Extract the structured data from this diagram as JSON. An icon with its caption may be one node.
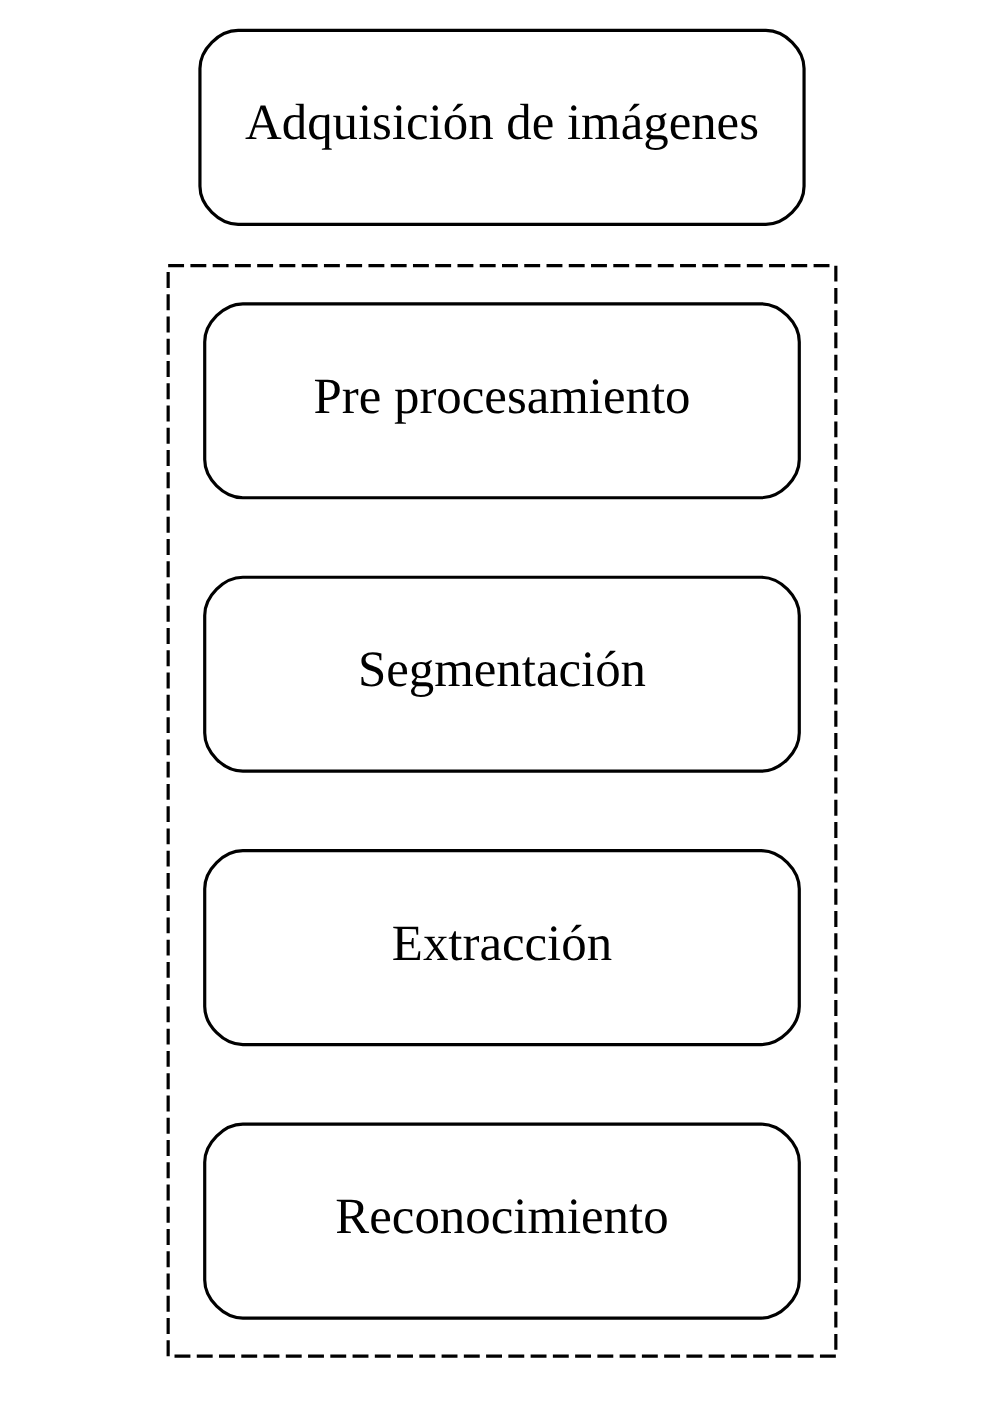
{
  "diagram": {
    "nodes": [
      {
        "text": [
          "Adquisición de imágenes"
        ]
      },
      {
        "text": [],
        "shape": "box"
      },
      {
        "text": [
          "Pre procesamiento"
        ],
        "in": 1
      },
      {
        "text": [
          "Segmentación"
        ],
        "in": 1
      },
      {
        "text": [
          "Extracción"
        ],
        "in": 1
      },
      {
        "text": [
          "Reconocimiento"
        ],
        "in": 1
      }
    ],
    "edges": []
  }
}
